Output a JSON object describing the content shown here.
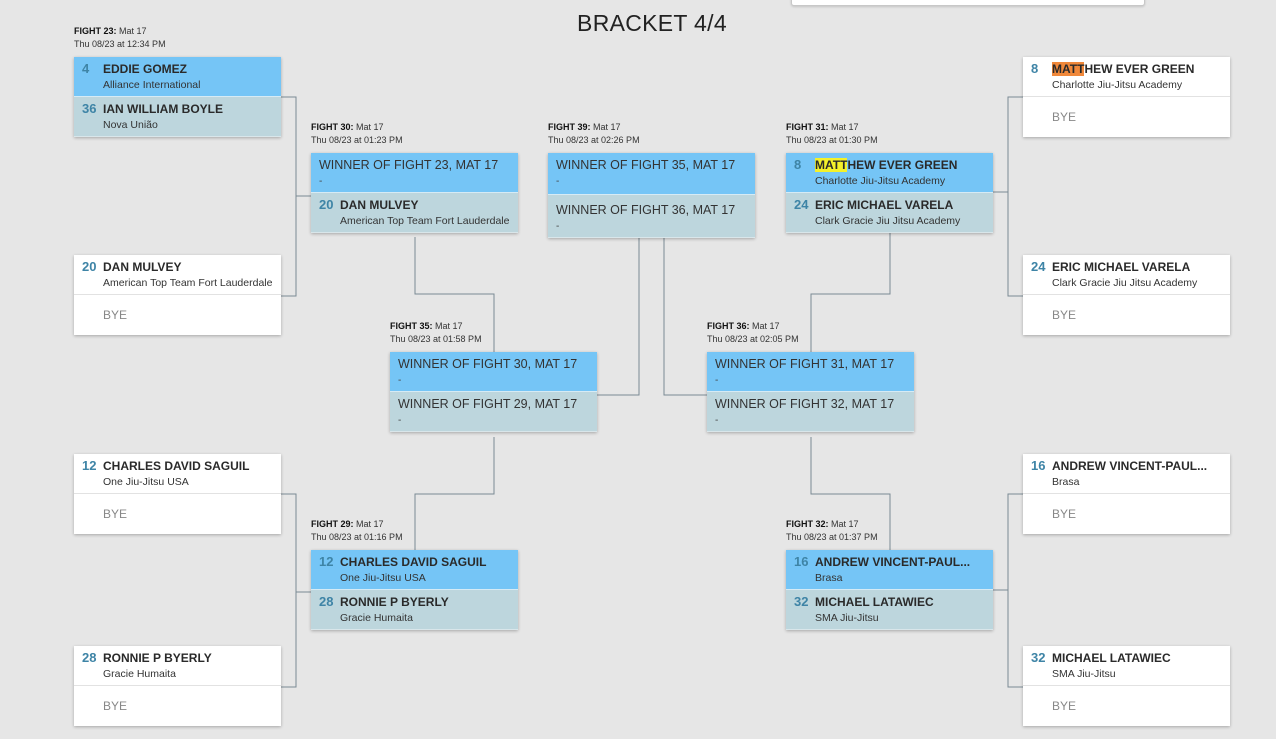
{
  "page": {
    "title": "BRACKET 4/4"
  },
  "fights": {
    "f23": {
      "label": "FIGHT 23:",
      "mat": "Mat 17",
      "time": "Thu 08/23 at 12:34 PM"
    },
    "f30": {
      "label": "FIGHT 30:",
      "mat": "Mat 17",
      "time": "Thu 08/23 at 01:23 PM"
    },
    "f39": {
      "label": "FIGHT 39:",
      "mat": "Mat 17",
      "time": "Thu 08/23 at 02:26 PM"
    },
    "f31": {
      "label": "FIGHT 31:",
      "mat": "Mat 17",
      "time": "Thu 08/23 at 01:30 PM"
    },
    "f35": {
      "label": "FIGHT 35:",
      "mat": "Mat 17",
      "time": "Thu 08/23 at 01:58 PM"
    },
    "f36": {
      "label": "FIGHT 36:",
      "mat": "Mat 17",
      "time": "Thu 08/23 at 02:05 PM"
    },
    "f29": {
      "label": "FIGHT 29:",
      "mat": "Mat 17",
      "time": "Thu 08/23 at 01:16 PM"
    },
    "f32": {
      "label": "FIGHT 32:",
      "mat": "Mat 17",
      "time": "Thu 08/23 at 01:37 PM"
    }
  },
  "matches": {
    "m23": {
      "a": {
        "seed": "4",
        "name": "EDDIE GOMEZ",
        "team": "Alliance International"
      },
      "b": {
        "seed": "36",
        "name": "IAN WILLIAM BOYLE",
        "team": "Nova União"
      }
    },
    "mDan": {
      "a": {
        "seed": "20",
        "name": "DAN MULVEY",
        "team": "American Top Team Fort Lauderdale"
      },
      "bye": "BYE"
    },
    "mCharles": {
      "a": {
        "seed": "12",
        "name": "CHARLES DAVID SAGUIL",
        "team": "One Jiu-Jitsu USA"
      },
      "bye": "BYE"
    },
    "mRonnie": {
      "a": {
        "seed": "28",
        "name": "RONNIE P BYERLY",
        "team": "Gracie Humaita"
      },
      "bye": "BYE"
    },
    "m30": {
      "a": {
        "text": "WINNER OF FIGHT 23, MAT 17",
        "sub": "-"
      },
      "b": {
        "seed": "20",
        "name": "DAN MULVEY",
        "team": "American Top Team Fort Lauderdale"
      }
    },
    "m39": {
      "a": {
        "text": "WINNER OF FIGHT 35, MAT 17",
        "sub": "-"
      },
      "b": {
        "text": "WINNER OF FIGHT 36, MAT 17",
        "sub": "-"
      }
    },
    "m31": {
      "a": {
        "seed": "8",
        "name_hl": "MATT",
        "name_rest": "HEW EVER GREEN",
        "team": "Charlotte Jiu-Jitsu Academy"
      },
      "b": {
        "seed": "24",
        "name": "ERIC MICHAEL VARELA",
        "team": "Clark Gracie Jiu Jitsu Academy"
      }
    },
    "m35": {
      "a": {
        "text": "WINNER OF FIGHT 30, MAT 17",
        "sub": "-"
      },
      "b": {
        "text": "WINNER OF FIGHT 29, MAT 17",
        "sub": "-"
      }
    },
    "m36": {
      "a": {
        "text": "WINNER OF FIGHT 31, MAT 17",
        "sub": "-"
      },
      "b": {
        "text": "WINNER OF FIGHT 32, MAT 17",
        "sub": "-"
      }
    },
    "m29": {
      "a": {
        "seed": "12",
        "name": "CHARLES DAVID SAGUIL",
        "team": "One Jiu-Jitsu USA"
      },
      "b": {
        "seed": "28",
        "name": "RONNIE P BYERLY",
        "team": "Gracie Humaita"
      }
    },
    "m32": {
      "a": {
        "seed": "16",
        "name": "ANDREW VINCENT-PAUL...",
        "team": "Brasa"
      },
      "b": {
        "seed": "32",
        "name": "MICHAEL LATAWIEC",
        "team": "SMA Jiu-Jitsu"
      }
    },
    "mMatthew": {
      "a": {
        "seed": "8",
        "name_hl": "MATT",
        "name_rest": "HEW EVER GREEN",
        "team": "Charlotte Jiu-Jitsu Academy"
      },
      "bye": "BYE"
    },
    "mEric": {
      "a": {
        "seed": "24",
        "name": "ERIC MICHAEL VARELA",
        "team": "Clark Gracie Jiu Jitsu Academy"
      },
      "bye": "BYE"
    },
    "mAndrew": {
      "a": {
        "seed": "16",
        "name": "ANDREW VINCENT-PAUL...",
        "team": "Brasa"
      },
      "bye": "BYE"
    },
    "mMichael": {
      "a": {
        "seed": "32",
        "name": "MICHAEL LATAWIEC",
        "team": "SMA Jiu-Jitsu"
      },
      "bye": "BYE"
    }
  },
  "colors": {
    "highlight_row": "#75c5f6",
    "light_row": "#bdd6dd",
    "search_hit_current": "#f0883a",
    "search_hit": "#f4f12a"
  }
}
